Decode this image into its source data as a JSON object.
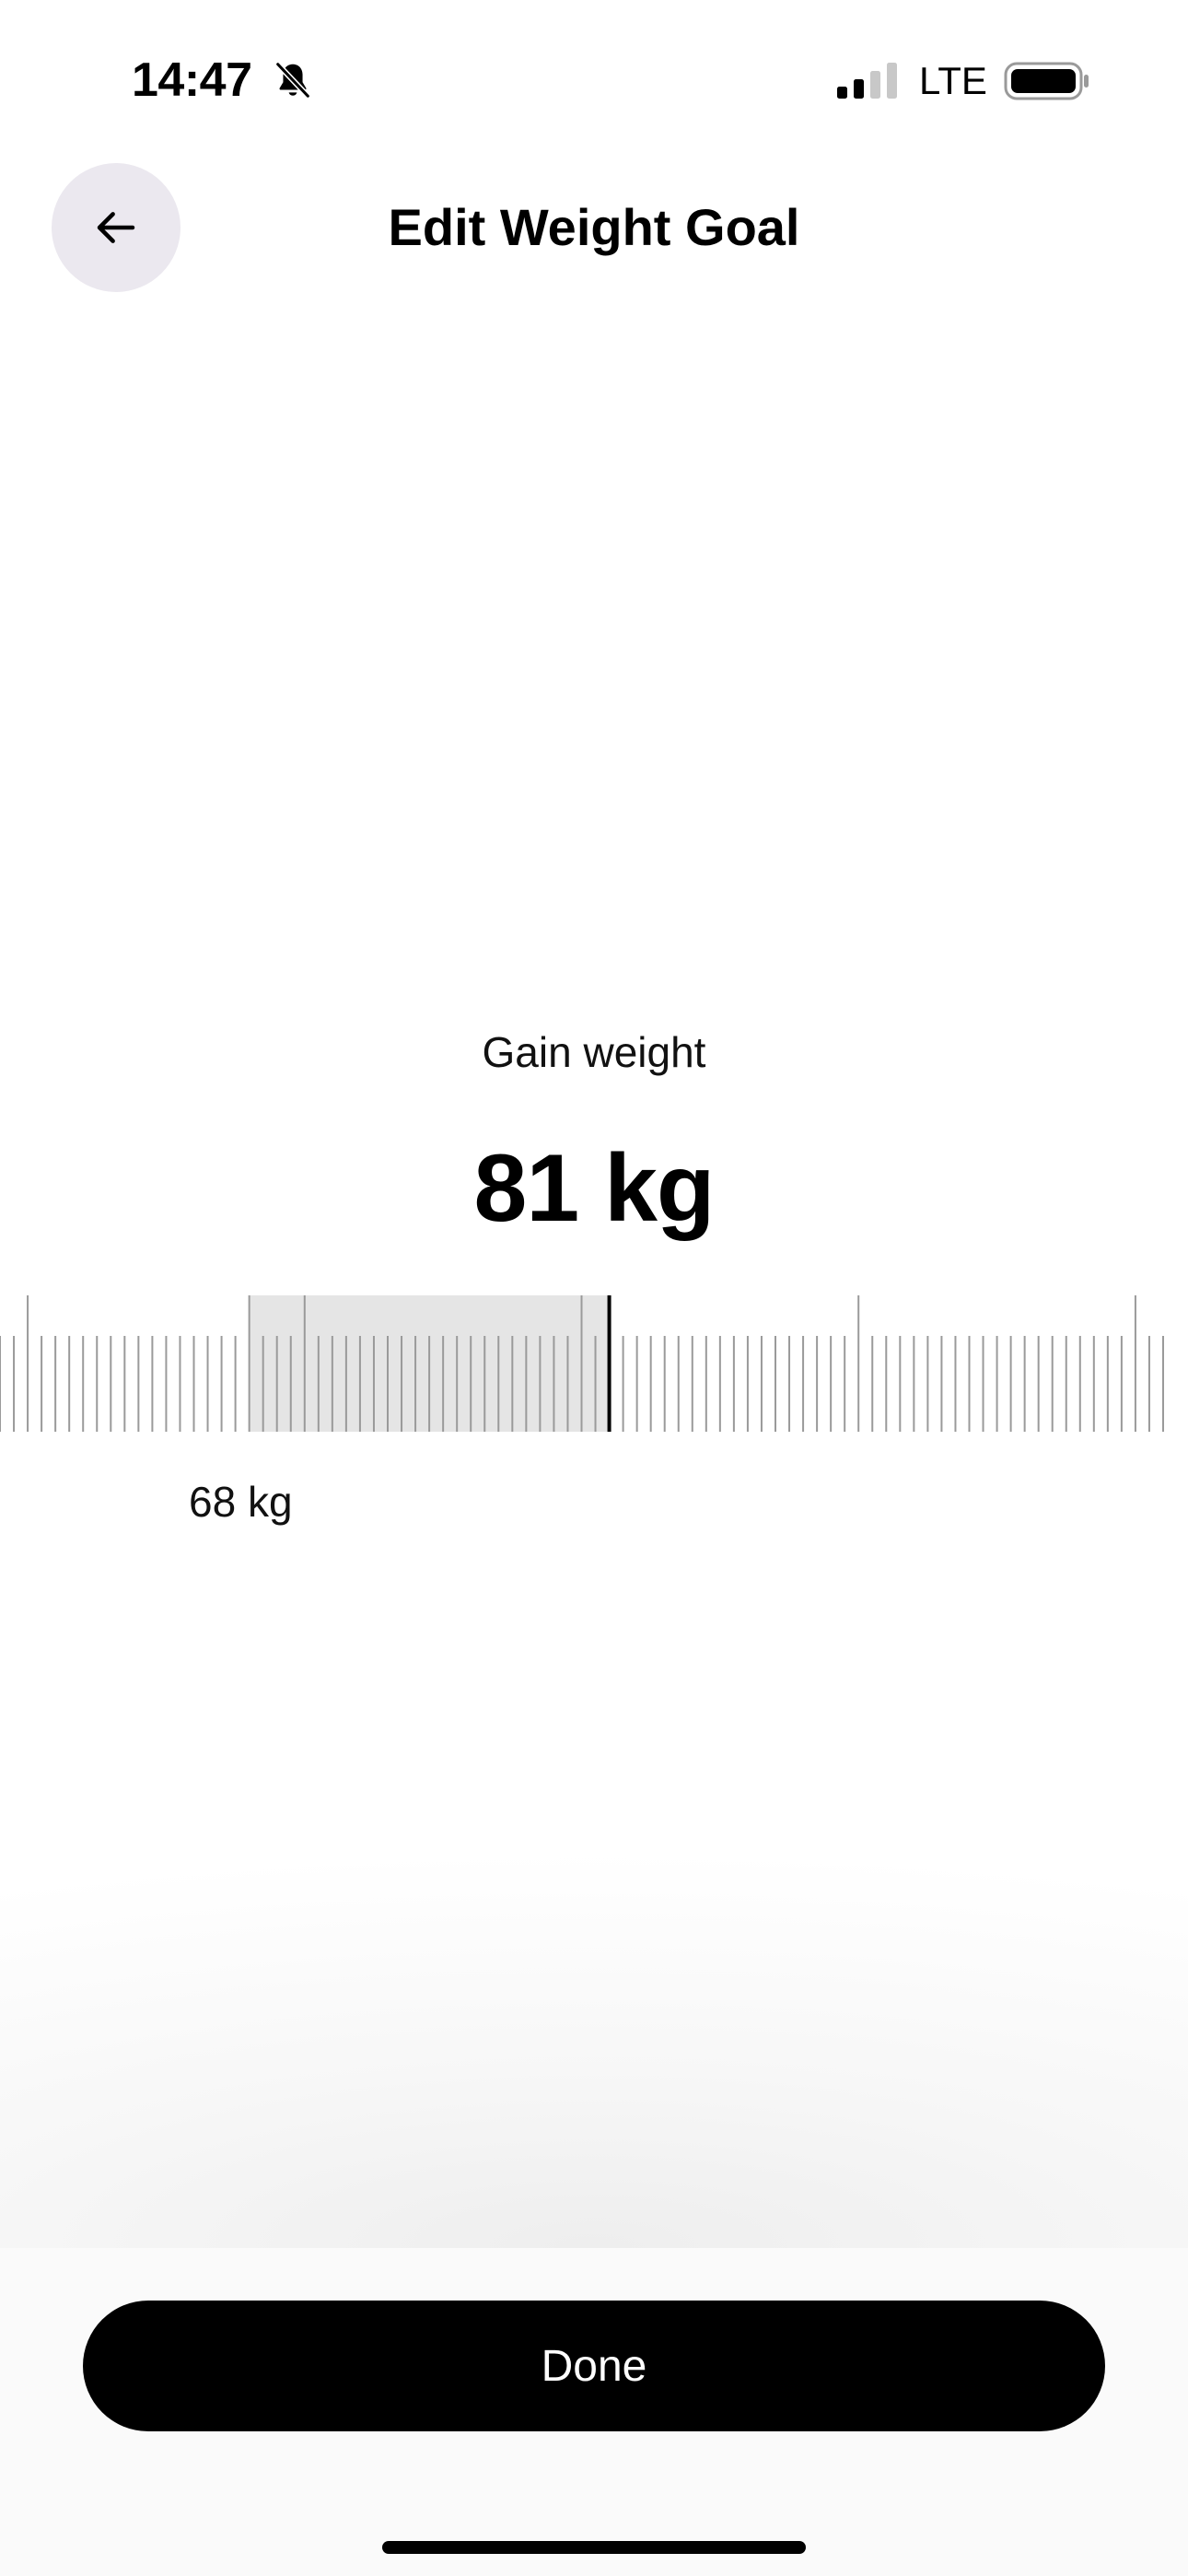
{
  "status_bar": {
    "time": "14:47",
    "silent_icon": "bell-slash-icon",
    "signal_bars_filled": 2,
    "signal_bars_total": 4,
    "network": "LTE",
    "battery_icon": "battery-icon"
  },
  "header": {
    "back_icon": "arrow-left-icon",
    "title": "Edit Weight Goal"
  },
  "goal": {
    "type_label": "Gain weight",
    "target_display": "81 kg",
    "current_display": "68 kg",
    "target_kg": 81,
    "current_kg": 68,
    "ruler_min_kg": 59,
    "ruler_max_kg": 101
  },
  "actions": {
    "done_label": "Done"
  },
  "colors": {
    "back_button_bg": "#ebe8ef",
    "range_highlight": "#e5e5e5",
    "tick_color": "#9a9a9a",
    "selector_color": "#000000",
    "button_bg": "#000000",
    "button_text": "#ffffff"
  }
}
